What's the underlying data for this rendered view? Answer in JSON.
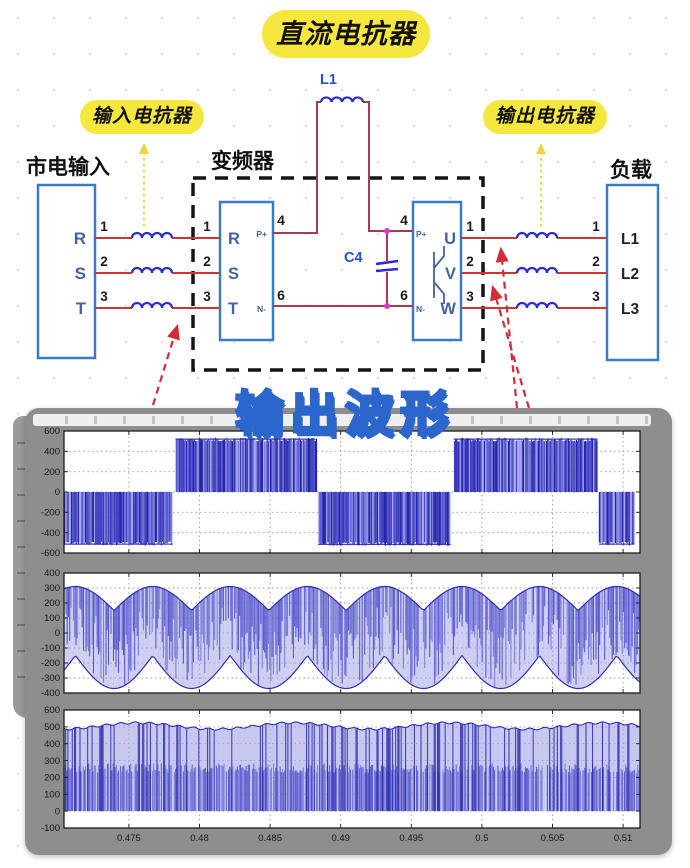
{
  "page": {
    "title_badge": "直流电抗器",
    "waveform_title": "输出波形"
  },
  "annotations": {
    "input_reactor": "输入电抗器",
    "output_reactor": "输出电抗器",
    "mains_input": "市电输入",
    "inverter": "变频器",
    "load": "负载",
    "dc_inductor": "L1",
    "dc_capacitor": "C4"
  },
  "circuit": {
    "mains_terminals": [
      "R",
      "S",
      "T"
    ],
    "line_pins": [
      "1",
      "2",
      "3"
    ],
    "rectifier_terminals": [
      "R",
      "S",
      "T"
    ],
    "dc_labels": {
      "p_plus": "P+",
      "n_minus": "N-"
    },
    "dc_pins": {
      "p_plus_pin": "4",
      "n_minus_pin": "6"
    },
    "inverter_outputs": [
      "U",
      "V",
      "W"
    ],
    "load_terminals": [
      "L1",
      "L2",
      "L3"
    ]
  },
  "colors": {
    "badge_yellow": "#f6e73e",
    "wire_red": "#d23333",
    "wire_dc": "#a8394f",
    "component_blue": "#2b2bd0",
    "box_blue": "#3a7bc8",
    "terminal_blue": "#44639e",
    "title_blue": "#2a66cc",
    "arrow_red": "#d42b3a",
    "arrow_yellow": "#ecd43c",
    "window_gray": "#8e8e8e",
    "trace_indigo": "#4040c8",
    "junction_magenta": "#d63ec8"
  },
  "chart_data": [
    {
      "type": "area",
      "name": "output_line_voltage_pwm",
      "ylim": [
        -600,
        600
      ],
      "yticks": [
        600,
        400,
        200,
        0,
        -200,
        -400,
        -600
      ],
      "x_range": [
        0.4704,
        0.5112
      ],
      "xticks": [
        0.475,
        0.48,
        0.485,
        0.49,
        0.495,
        0.5,
        0.505,
        0.51
      ],
      "show_x_labels": false,
      "grid": true,
      "pwm_blocks": [
        {
          "t0": 0.4704,
          "t1": 0.4781,
          "level": -512
        },
        {
          "t0": 0.4783,
          "t1": 0.4883,
          "level": 520
        },
        {
          "t0": 0.4884,
          "t1": 0.4978,
          "level": -515
        },
        {
          "t0": 0.498,
          "t1": 0.5082,
          "level": 520
        },
        {
          "t0": 0.5083,
          "t1": 0.5108,
          "level": -512
        }
      ]
    },
    {
      "type": "area",
      "name": "output_phase_voltage_pwm",
      "ylim": [
        -400,
        400
      ],
      "yticks": [
        400,
        300,
        200,
        100,
        0,
        -100,
        -200,
        -300,
        -400
      ],
      "x_range": [
        0.4704,
        0.5112
      ],
      "xticks": [
        0.475,
        0.48,
        0.485,
        0.49,
        0.495,
        0.5,
        0.505,
        0.51
      ],
      "show_x_labels": false,
      "grid": true,
      "envelope": {
        "cusp_t": 0.473946,
        "arch_period": 0.005478,
        "top_base": 150,
        "top_amp": 160,
        "bottom_base": -150,
        "bottom_amp": 220
      }
    },
    {
      "type": "area",
      "name": "dc_bus_voltage",
      "ylim": [
        -100,
        600
      ],
      "yticks": [
        600,
        500,
        400,
        300,
        200,
        100,
        0,
        -100
      ],
      "x_range": [
        0.4704,
        0.5112
      ],
      "xticks": [
        0.475,
        0.48,
        0.485,
        0.49,
        0.495,
        0.5,
        0.505,
        0.51
      ],
      "xtick_labels": [
        "0.475",
        "0.48",
        "0.485",
        "0.49",
        "0.495",
        "0.5",
        "0.505",
        "0.51"
      ],
      "show_x_labels": true,
      "grid": true,
      "band": {
        "base": 0,
        "top_mean": 505,
        "top_ripple": 22,
        "ripple_period_s": 0.011,
        "inner_band_top": 258
      }
    }
  ]
}
